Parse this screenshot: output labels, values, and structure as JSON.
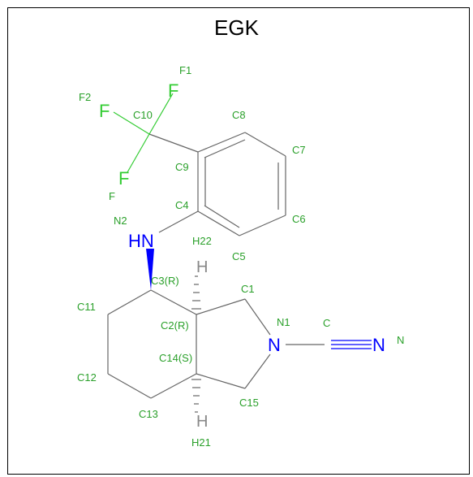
{
  "title": "EGK",
  "atoms": {
    "F_a": "F",
    "F_b": "F",
    "F_c": "F",
    "N_amine": "HN",
    "N_ring": "N",
    "N_nitrile": "N",
    "H_top": "H",
    "H_bottom": "H"
  },
  "labels": {
    "F1": "F1",
    "F2": "F2",
    "F": "F",
    "C10": "C10",
    "C8": "C8",
    "C7": "C7",
    "C9": "C9",
    "C4": "C4",
    "C6": "C6",
    "N2": "N2",
    "H22": "H22",
    "C5": "C5",
    "C3": "C3(R)",
    "C1": "C1",
    "C11": "C11",
    "N1": "N1",
    "C": "C",
    "N": "N",
    "C2": "C2(R)",
    "C14": "C14(S)",
    "C12": "C12",
    "C15": "C15",
    "C13": "C13",
    "H21": "H21"
  },
  "colors": {
    "label": "#2aa02a",
    "fluorine": "#33cc33",
    "nitrogen": "#0000ff",
    "hydrogen": "#888888",
    "bond": "#666666"
  }
}
